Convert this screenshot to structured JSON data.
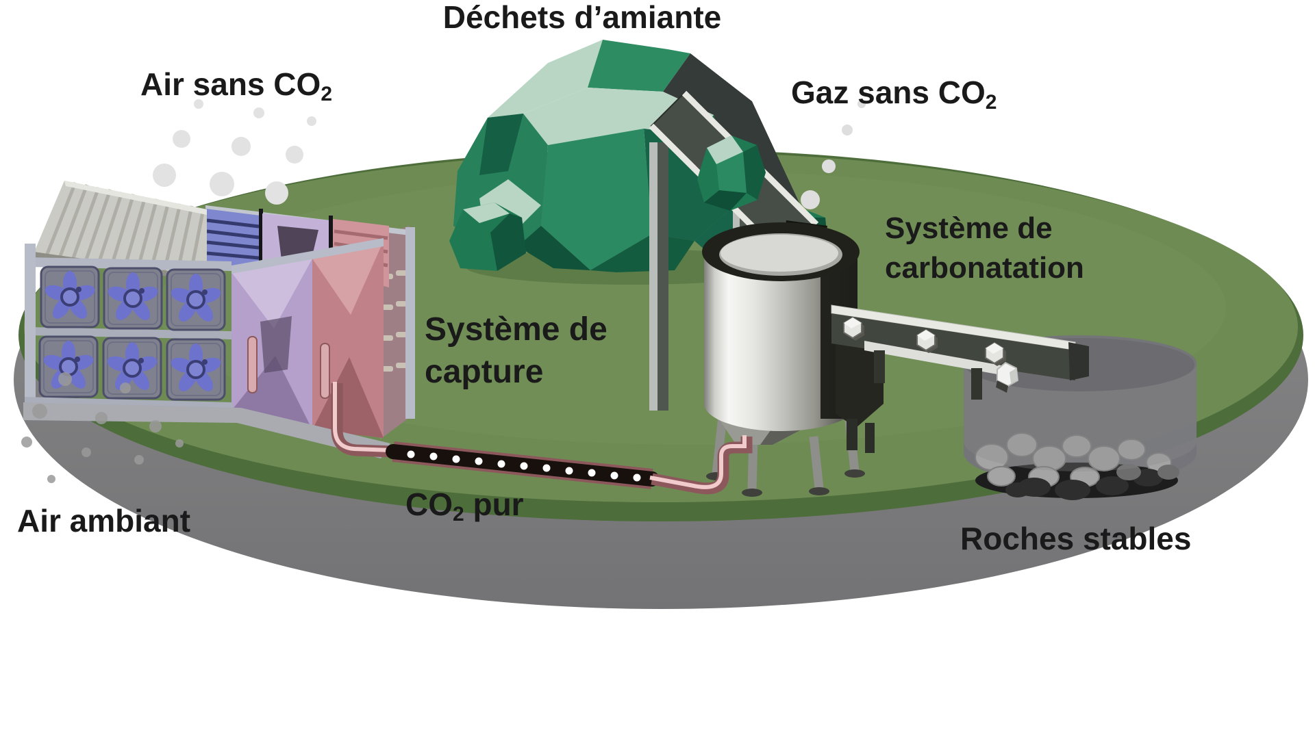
{
  "labels": {
    "asbestos_waste": {
      "text": "Déchets d’amiante"
    },
    "air_without_co2": {
      "pre": "Air sans CO",
      "sub": "2"
    },
    "gas_without_co2": {
      "pre": "Gaz sans CO",
      "sub": "2"
    },
    "capture_system": {
      "line1": "Système de",
      "line2": "capture"
    },
    "carbonation_system": {
      "line1": "Système de",
      "line2": "carbonatation"
    },
    "pure_co2": {
      "pre": "CO",
      "sub": "2",
      "post": " pur"
    },
    "ambient_air": {
      "text": "Air ambiant"
    },
    "stable_rocks": {
      "text": "Roches stables"
    }
  },
  "colors": {
    "background": "#ffffff",
    "platform_top": "#6e8b54",
    "platform_rim": "#4d6d3a",
    "platform_side": "#7f7f80",
    "rock_green": "#2c8a62",
    "rock_green_dark": "#17644a",
    "rock_mint": "#b9d6c4",
    "rock_shadow": "#343b39",
    "fan_blue": "#6d72cd",
    "module_blue": "#7f87cf",
    "module_purple": "#b4a0ca",
    "module_pink": "#c08288",
    "frame_gray": "#b7bcc8",
    "tank_metal_light": "#f6f6f4",
    "tank_dark": "#1c1c18",
    "pipe_rose": "#8d585c",
    "pipe_highlight": "#f2cbcd",
    "co2_tube": "#17100c",
    "bubble_light": "#e2e2e2",
    "bubble_gray": "#9a9a9a",
    "text": "#1a1a1a"
  }
}
